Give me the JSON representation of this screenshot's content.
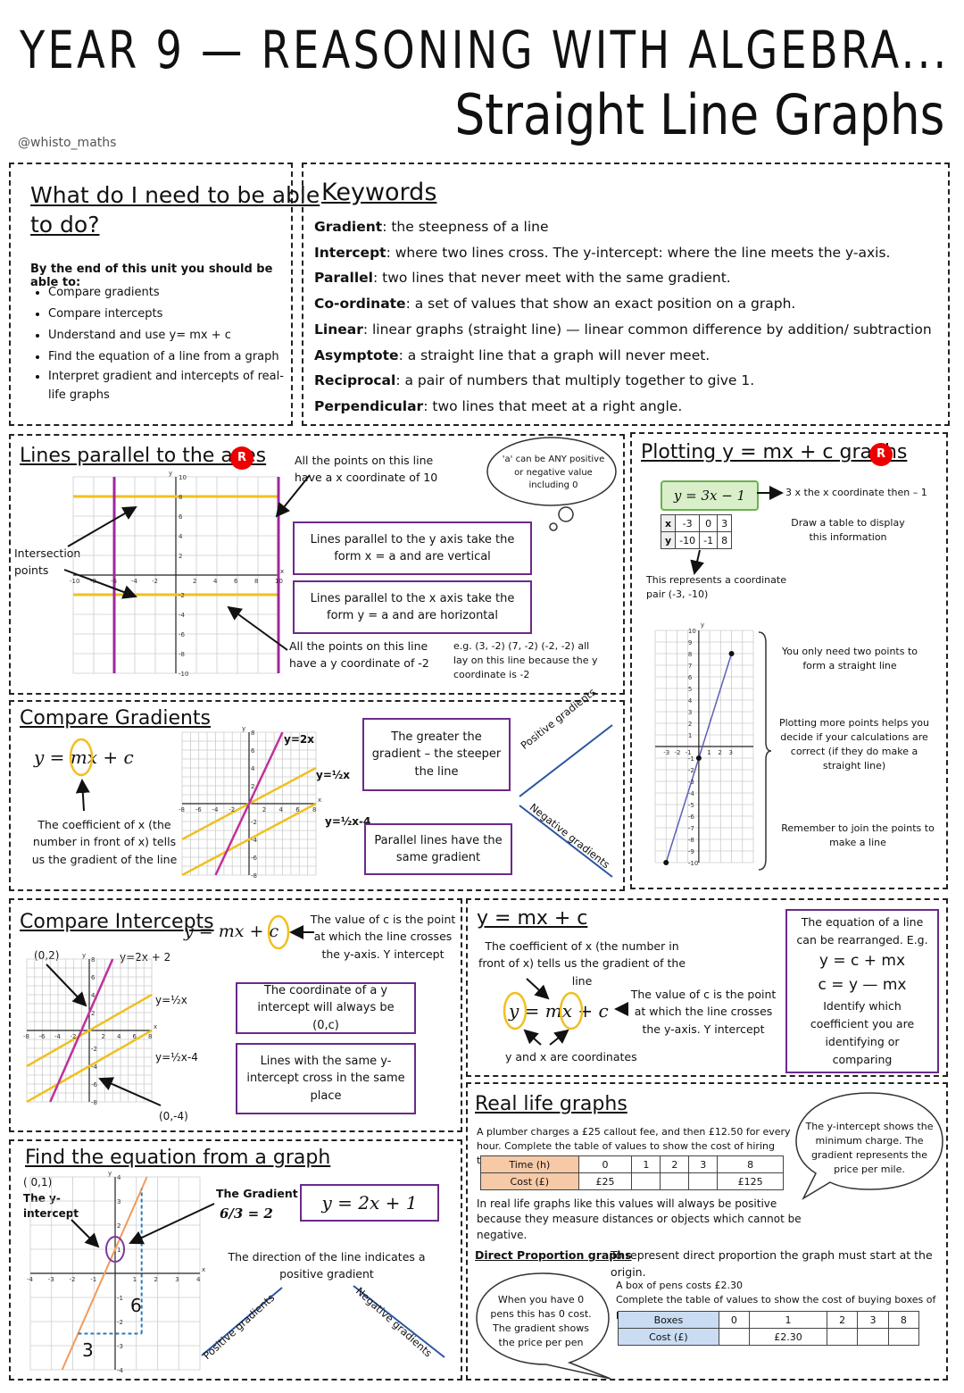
{
  "header": {
    "title_main": "YEAR 9 — REASONING WITH ALGEBRA...",
    "title_sub": "Straight Line Graphs",
    "handle": "@whisto_maths"
  },
  "outcomes": {
    "heading_line1": "What do I need to be able",
    "heading_line2": "to do?",
    "intro": "By the end of this unit you should be able to:",
    "items": [
      "Compare gradients",
      "Compare intercepts",
      "Understand and use y= mx + c",
      "Find the equation of a line from a graph",
      "Interpret gradient and intercepts of real-life graphs"
    ]
  },
  "keywords": {
    "heading": "Keywords",
    "items": [
      {
        "term": "Gradient",
        "def": ": the steepness of a line"
      },
      {
        "term": "Intercept",
        "def": ": where two lines cross. The y-intercept: where the line meets the y-axis."
      },
      {
        "term": "Parallel",
        "def": ": two lines that never meet with the same gradient."
      },
      {
        "term": "Co-ordinate",
        "def": ": a set of values that show an exact position on a graph."
      },
      {
        "term": "Linear",
        "def": ": linear graphs (straight line) — linear common difference by addition/ subtraction"
      },
      {
        "term": "Asymptote",
        "def": ": a straight line that a graph will never meet."
      },
      {
        "term": "Reciprocal",
        "def": ": a pair of numbers that multiply together to give 1."
      },
      {
        "term": "Perpendicular",
        "def": ": two lines that meet at a right angle."
      }
    ]
  },
  "parallel_axes": {
    "heading": "Lines parallel to the axes",
    "badge": "R",
    "note_x10": "All the points on this line have a x coordinate of 10",
    "note_any": "'a' can be ANY positive or negative value including 0",
    "intersection": "Intersection points",
    "box_y": "Lines parallel to the y axis take the form x = a and are vertical",
    "box_x": "Lines parallel to the x axis take the form y = a and are horizontal",
    "note_y2": "All the points on this line have a y coordinate of -2",
    "eg": "e.g. (3, -2) (7, -2) (-2, -2) all lay on this line because the y coordinate is -2"
  },
  "plotting": {
    "heading": "Plotting y = mx + c graphs",
    "badge": "R",
    "equation": "y = 3x − 1",
    "arrow_note": "3 x the x coordinate then – 1",
    "table_note": "Draw a table to display this information",
    "table": {
      "x": [
        "x",
        "-3",
        "0",
        "3"
      ],
      "y": [
        "y",
        "-10",
        "-1",
        "8"
      ]
    },
    "coord_note": "This represents a coordinate pair (-3, -10)",
    "two_points": "You only need two points to form a straight line",
    "more_points": "Plotting more points helps you decide if your calculations are correct (if they do make a straight line)",
    "join": "Remember to join the points to make a line"
  },
  "gradients": {
    "heading": "Compare Gradients",
    "equation": "y = mx + c",
    "coef_note": "The coefficient of x (the number in front of x) tells us the gradient of the line",
    "label_2x": "y=2x",
    "label_half": "y=½x",
    "label_half4": "y=½x-4",
    "box_greater": "The greater the gradient – the steeper the line",
    "box_parallel": "Parallel lines have the same gradient",
    "pos": "Positive gradients",
    "neg": "Negative gradients"
  },
  "intercepts": {
    "heading": "Compare Intercepts",
    "equation": "y = mx + c",
    "c_note": "The value of c is the point at which the line crosses the y-axis. Y intercept",
    "point_02": "(0,2)",
    "label_2x2": "y=2x + 2",
    "label_half": "y=½x",
    "label_half4": "y=½x-4",
    "point_04": "(0,-4)",
    "box_coord": "The coordinate of a y intercept will always be (0,c)",
    "box_same": "Lines with the same y-intercept cross in the same place"
  },
  "ymxc": {
    "heading": "y = mx + c",
    "coef_note": "The coefficient of x (the number in front of x) tells us the gradient of the line",
    "equation": "y = mx + c",
    "c_note": "The value of c is the point at which the line crosses the y-axis. Y intercept",
    "xy_note": "y and x are coordinates",
    "box_line1": "The equation of a line can be rearranged. E.g.",
    "box_eq1": "y = c + mx",
    "box_eq2": "c = y — mx",
    "box_line2": "Identify which coefficient you are identifying or comparing"
  },
  "find_eq": {
    "heading": "Find the equation from a graph",
    "intercept_pt": "( 0,1)",
    "intercept_label": "The y-intercept",
    "gradient_label": "The Gradient",
    "gradient_frac": "6/3 = 2",
    "equation": "y = 2x + 1",
    "rise": "6",
    "run": "3",
    "direction": "The direction of the line indicates a positive gradient",
    "pos": "Positive gradients",
    "neg": "Negative gradients"
  },
  "real_life": {
    "heading": "Real life graphs",
    "plumber_q": "A plumber charges a £25 callout fee, and then £12.50 for every hour. Complete the table of values to show the cost of hiring the plumber.",
    "plumber_table": {
      "h1": [
        "Time (h)",
        "0",
        "1",
        "2",
        "3",
        "8"
      ],
      "h2": [
        "Cost (£)",
        "£25",
        "",
        "",
        "",
        "£125"
      ]
    },
    "bubble": "The y-intercept shows the minimum charge. The gradient represents the price per mile.",
    "positive_note": "In real life graphs like this values will always be positive because they measure distances or objects which cannot be negative.",
    "dp_heading": "Direct Proportion graphs",
    "dp_note": "To represent direct proportion the graph must start at the origin.",
    "pens_q1": "A box of pens costs £2.30",
    "pens_q2": "Complete the table of values to show the cost of buying boxes of pens.",
    "pens_table": {
      "h1": [
        "Boxes",
        "0",
        "1",
        "2",
        "3",
        "8"
      ],
      "h2": [
        "Cost (£)",
        "",
        "£2.30",
        "",
        "",
        ""
      ]
    },
    "bubble2": "When you have 0 pens this has 0 cost. The gradient shows the price per pen"
  }
}
